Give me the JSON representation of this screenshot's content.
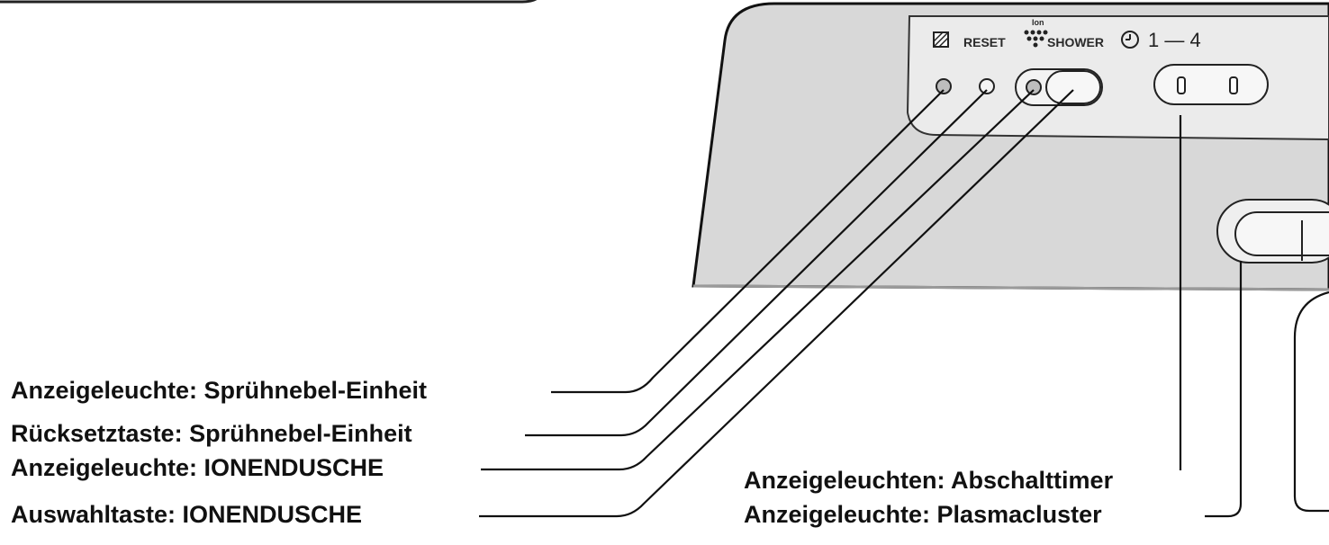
{
  "panel": {
    "reset_label": "RESET",
    "shower_label": "SHOWER",
    "ion_label": "Ion",
    "timer_range": "1 — 4"
  },
  "labels": {
    "indicator_mist_unit": "Anzeigeleuchte: Sprühnebel-Einheit",
    "reset_mist_unit": "Rücksetztaste: Sprühnebel-Einheit",
    "indicator_ion_shower": "Anzeigeleuchte: IONENDUSCHE",
    "select_ion_shower": "Auswahltaste: IONENDUSCHE",
    "indicators_off_timer": "Anzeigeleuchten: Abschalttimer",
    "indicator_plasmacluster": "Anzeigeleuchte: Plasmacluster"
  },
  "colors": {
    "body_fill": "#d9d9d9",
    "panel_fill": "#e9e9e9",
    "ink": "#111111"
  },
  "icons": [
    "mist-unit-icon",
    "ion-shower-icon",
    "clock-icon"
  ]
}
